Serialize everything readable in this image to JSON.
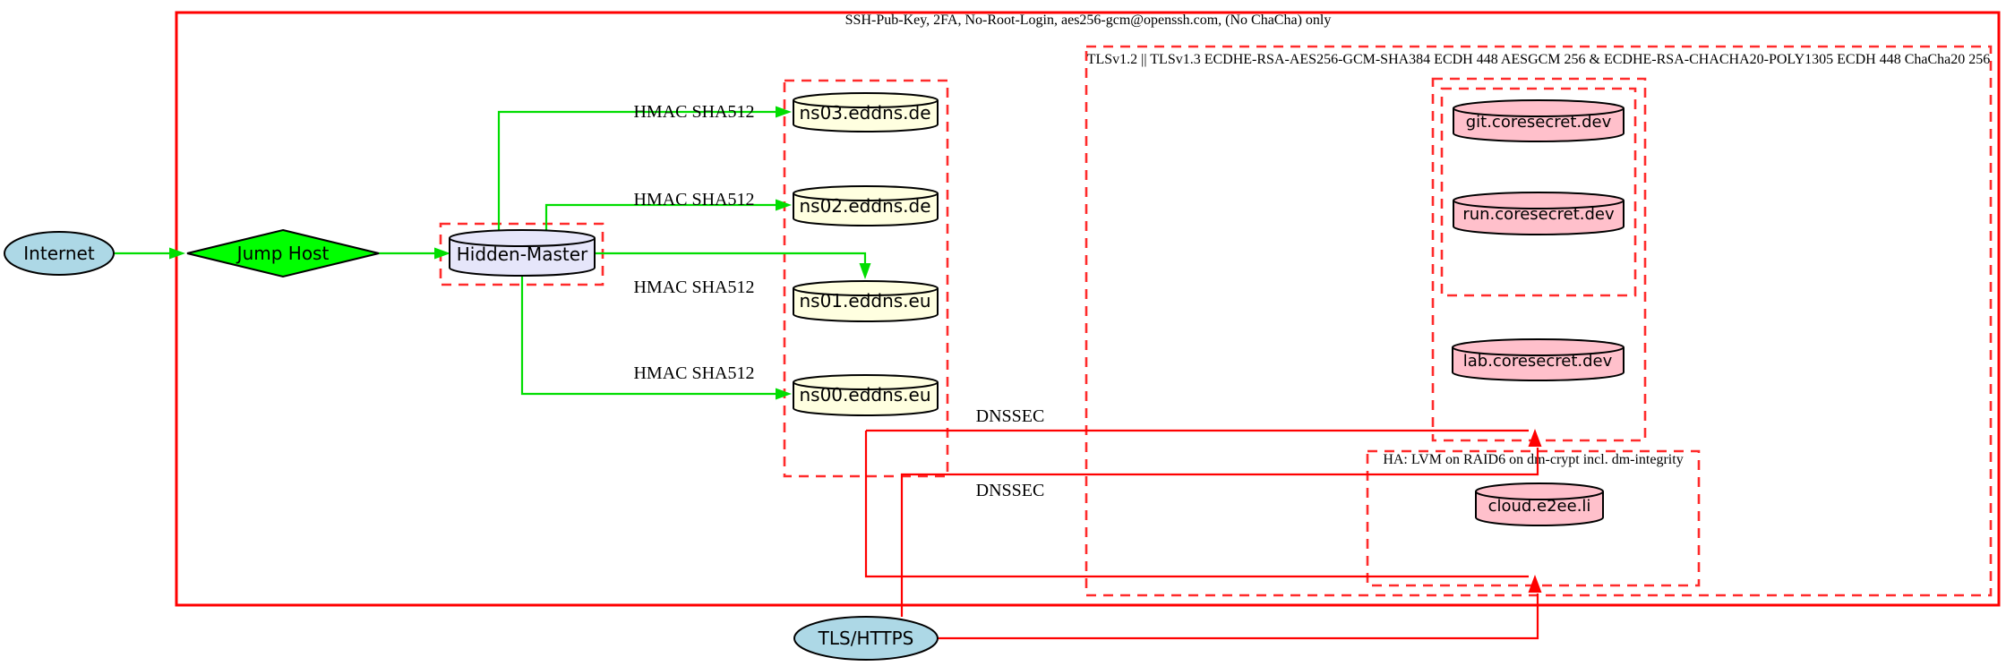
{
  "diagram": {
    "title": "DNS / hosting security architecture diagram",
    "clusters": {
      "ssh": {
        "label": "SSH-Pub-Key, 2FA, No-Root-Login, aes256-gcm@openssh.com, (No ChaCha) only",
        "style": "solid-red"
      },
      "tls": {
        "label": "TLSv1.2 || TLSv1.3 ECDHE-RSA-AES256-GCM-SHA384 ECDH 448 AESGCM 256 & ECDHE-RSA-CHACHA20-POLY1305 ECDH 448 ChaCha20 256",
        "style": "dashed-red"
      },
      "ns": {
        "label": "",
        "style": "dashed-red"
      },
      "coresecret_outer": {
        "label": "",
        "style": "dashed-red"
      },
      "coresecret_inner": {
        "label": "",
        "style": "dashed-red"
      },
      "hidden_master_box": {
        "label": "",
        "style": "dashed-red"
      },
      "ha": {
        "label": "HA: LVM on RAID6 on dm-crypt incl. dm-integrity",
        "style": "dashed-red"
      }
    },
    "nodes": {
      "internet": {
        "label": "Internet",
        "shape": "ellipse",
        "fill": "#ADD8E6"
      },
      "jump_host": {
        "label": "Jump Host",
        "shape": "diamond",
        "fill": "#00FF00"
      },
      "hidden_master": {
        "label": "Hidden-Master",
        "shape": "cylinder",
        "fill": "#E6E6FA"
      },
      "ns03": {
        "label": "ns03.eddns.de",
        "shape": "cylinder",
        "fill": "#FFFFE0"
      },
      "ns02": {
        "label": "ns02.eddns.de",
        "shape": "cylinder",
        "fill": "#FFFFE0"
      },
      "ns01": {
        "label": "ns01.eddns.eu",
        "shape": "cylinder",
        "fill": "#FFFFE0"
      },
      "ns00": {
        "label": "ns00.eddns.eu",
        "shape": "cylinder",
        "fill": "#FFFFE0"
      },
      "git": {
        "label": "git.coresecret.dev",
        "shape": "cylinder",
        "fill": "#FFC0CB"
      },
      "run": {
        "label": "run.coresecret.dev",
        "shape": "cylinder",
        "fill": "#FFC0CB"
      },
      "lab": {
        "label": "lab.coresecret.dev",
        "shape": "cylinder",
        "fill": "#FFC0CB"
      },
      "cloud": {
        "label": "cloud.e2ee.li",
        "shape": "cylinder",
        "fill": "#FFC0CB"
      },
      "tls_https": {
        "label": "TLS/HTTPS",
        "shape": "ellipse",
        "fill": "#ADD8E6"
      }
    },
    "edge_labels": {
      "hmac1": "HMAC SHA512",
      "hmac2": "HMAC SHA512",
      "hmac3": "HMAC SHA512",
      "hmac4": "HMAC SHA512",
      "dnssec1": "DNSSEC",
      "dnssec2": "DNSSEC"
    },
    "edges": [
      {
        "from": "internet",
        "to": "jump_host",
        "color": "green"
      },
      {
        "from": "jump_host",
        "to": "hidden_master",
        "color": "green"
      },
      {
        "from": "hidden_master",
        "to": "ns03",
        "color": "green",
        "label": "HMAC SHA512"
      },
      {
        "from": "hidden_master",
        "to": "ns02",
        "color": "green",
        "label": "HMAC SHA512"
      },
      {
        "from": "hidden_master",
        "to": "ns01",
        "color": "green",
        "label": "HMAC SHA512"
      },
      {
        "from": "hidden_master",
        "to": "ns00",
        "color": "green",
        "label": "HMAC SHA512"
      },
      {
        "from": "ns_cluster",
        "to": "coresecret_outer",
        "color": "red",
        "label": "DNSSEC"
      },
      {
        "from": "ns_cluster",
        "to": "ha",
        "color": "red",
        "label": "DNSSEC"
      },
      {
        "from": "tls_https",
        "to": "coresecret_outer",
        "color": "red"
      },
      {
        "from": "tls_https",
        "to": "ha",
        "color": "red"
      }
    ],
    "colors": {
      "edge_green": "#00dd00",
      "edge_red": "#ff0000",
      "cluster_red": "#ff2b2b",
      "node_blue": "#ADD8E6",
      "node_green": "#00FF00",
      "node_lavender": "#E6E6FA",
      "node_yellow": "#FFFFE0",
      "node_pink": "#FFC0CB",
      "background": "#ffffff"
    }
  }
}
